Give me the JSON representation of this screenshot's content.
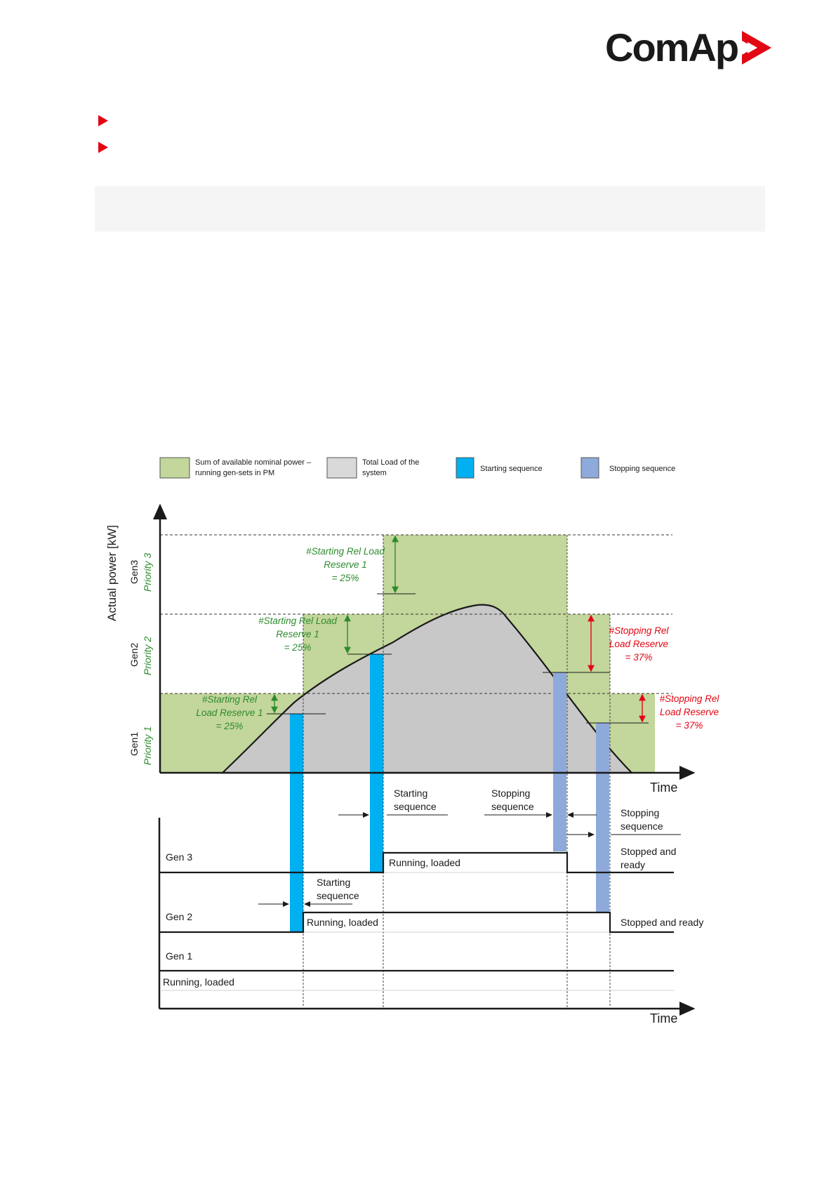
{
  "brand": {
    "name": "ComAp",
    "accent_color": "#e30613",
    "icon": "comap-arrow-logo-icon"
  },
  "legend": {
    "available_power": "Sum of available nominal power – running gen-sets in PM",
    "available_power_line1": "Sum of available nominal power –",
    "available_power_line2": "running gen-sets in PM",
    "total_load_line1": "Total Load of the",
    "total_load_line2": "system",
    "starting_sequence": "Starting sequence",
    "stopping_sequence": "Stopping sequence"
  },
  "colors": {
    "available_fill": "#c3d69b",
    "load_fill": "#c8c8c8",
    "starting_fill": "#00b0f0",
    "stopping_fill": "#8eaadb",
    "green_text": "#2e8b2e",
    "red_text": "#e30613"
  },
  "axes": {
    "y_label": "Actual power [kW]",
    "x_label_top": "Time",
    "x_label_bottom": "Time"
  },
  "gens": [
    {
      "name": "Gen1",
      "priority": "Priority 1"
    },
    {
      "name": "Gen2",
      "priority": "Priority 2"
    },
    {
      "name": "Gen3",
      "priority": "Priority 3"
    }
  ],
  "annotations": {
    "start1": [
      "#Starting Rel",
      "Load Reserve 1",
      "= 25%"
    ],
    "start2": [
      "#Starting Rel Load",
      "Reserve 1",
      "= 25%"
    ],
    "start3": [
      "#Starting Rel Load",
      "Reserve 1",
      "= 25%"
    ],
    "stop2": [
      "#Stopping Rel",
      "Load Reserve",
      "= 37%"
    ],
    "stop1": [
      "#Stopping Rel",
      "Load Reserve",
      "= 37%"
    ]
  },
  "timing": {
    "starting_seq_a": [
      "Starting",
      "sequence"
    ],
    "stopping_seq_a": [
      "Stopping",
      "sequence"
    ],
    "stopping_seq_b": [
      "Stopping",
      "sequence"
    ],
    "starting_seq_b": [
      "Starting",
      "sequence"
    ],
    "gen3_label": "Gen 3",
    "gen3_running": "Running, loaded",
    "gen3_stopped": [
      "Stopped and",
      "ready"
    ],
    "gen2_label": "Gen 2",
    "gen2_running": "Running, loaded",
    "gen2_stopped": "Stopped and ready",
    "gen1_label": "Gen 1",
    "gen1_running": "Running, loaded"
  }
}
